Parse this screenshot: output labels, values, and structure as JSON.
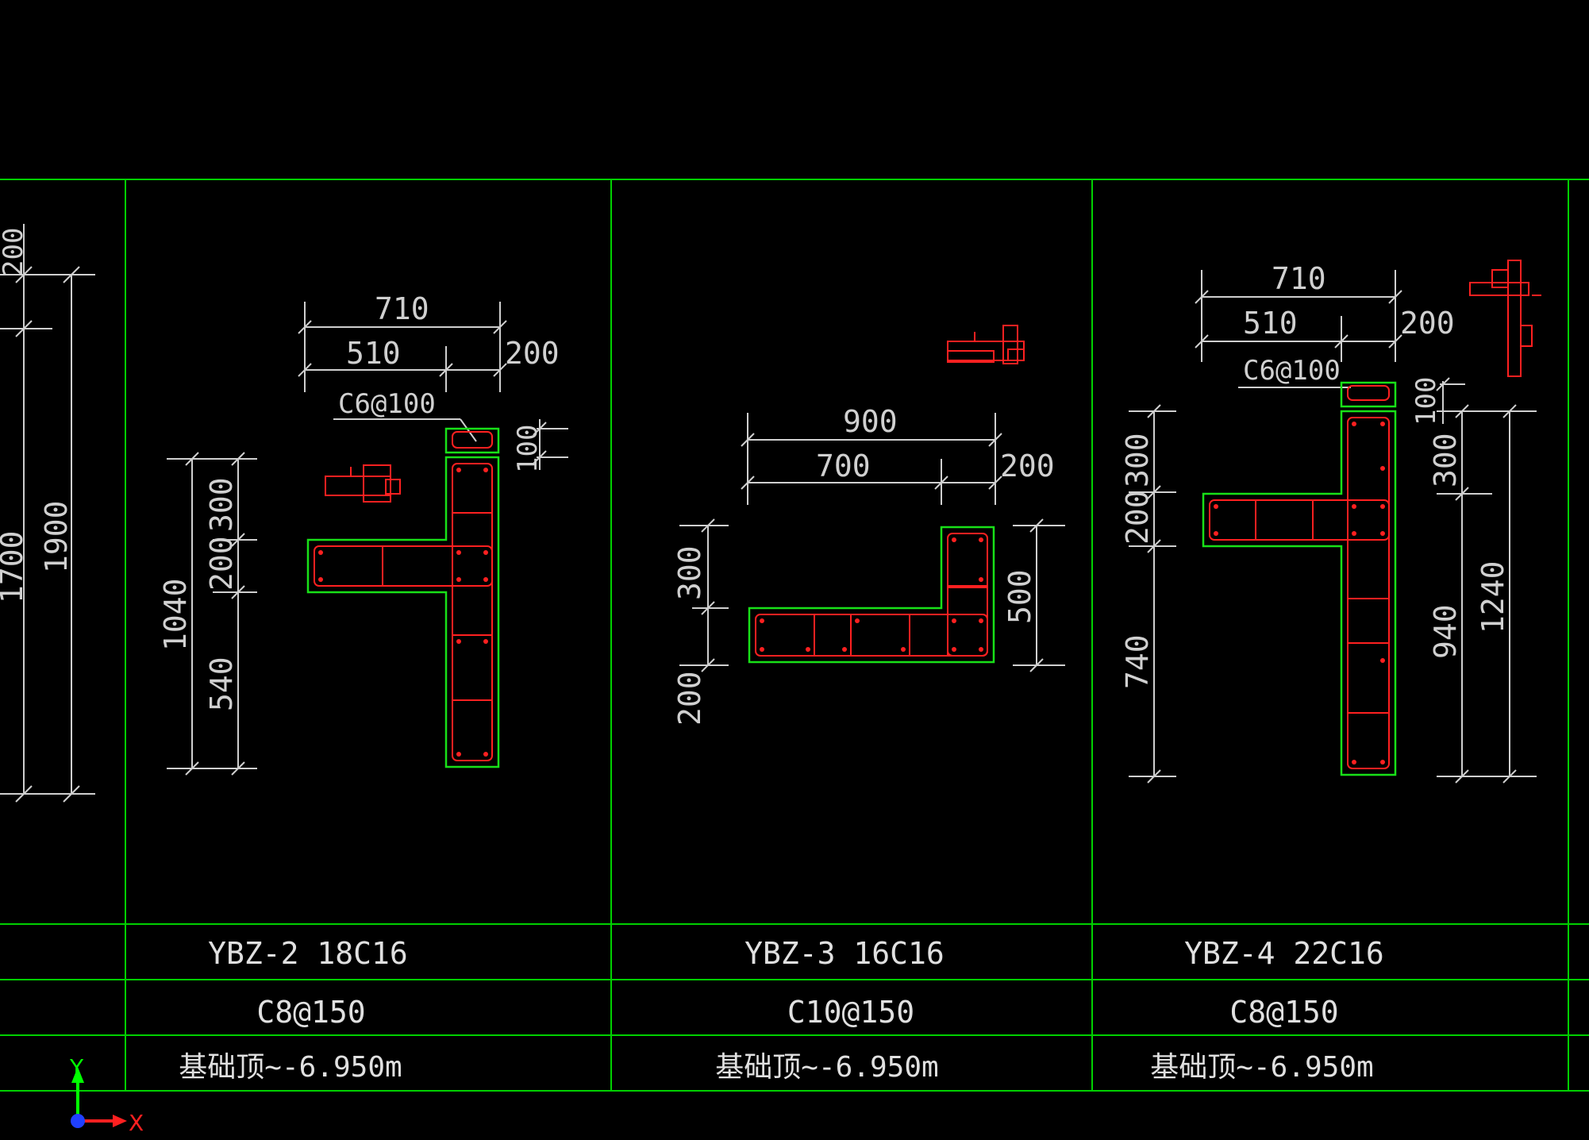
{
  "colors": {
    "background": "#000000",
    "grid": "#00d000",
    "outline": "#18e018",
    "rebar": "#ff2020",
    "dimension": "#cfcfcf",
    "text": "#e0e0e0",
    "axis_y": "#00ff00",
    "axis_x": "#ff2020",
    "axis_origin": "#2040ff"
  },
  "left_partial": {
    "dims": {
      "top": "200",
      "mid": "1700",
      "outer": "1900"
    }
  },
  "columns": [
    {
      "name": "YBZ-2 18C16",
      "stirrup": "C8@150",
      "elevation": "基础顶~-6.950m",
      "dims": {
        "total_width": "710",
        "web_width": "510",
        "flange_width": "200",
        "tie_label": "C6@100",
        "tie_offset": "100",
        "total_height": "1040",
        "h_top": "300",
        "h_mid": "200",
        "h_bot": "540"
      }
    },
    {
      "name": "YBZ-3 16C16",
      "stirrup": "C10@150",
      "elevation": "基础顶~-6.950m",
      "dims": {
        "total_width": "900",
        "web_width": "700",
        "flange_width": "200",
        "h_top": "300",
        "h_bot": "200",
        "right_height": "500"
      }
    },
    {
      "name": "YBZ-4 22C16",
      "stirrup": "C8@150",
      "elevation": "基础顶~-6.950m",
      "dims": {
        "total_width": "710",
        "web_width": "510",
        "flange_width": "200",
        "tie_label": "C6@100",
        "tie_offset": "100",
        "h_top": "300",
        "h_mid": "200",
        "h_bot": "740",
        "right_top": "300",
        "right_mid": "940",
        "right_total": "1240"
      }
    }
  ],
  "axis": {
    "y_label": "Y",
    "x_label": "X"
  }
}
